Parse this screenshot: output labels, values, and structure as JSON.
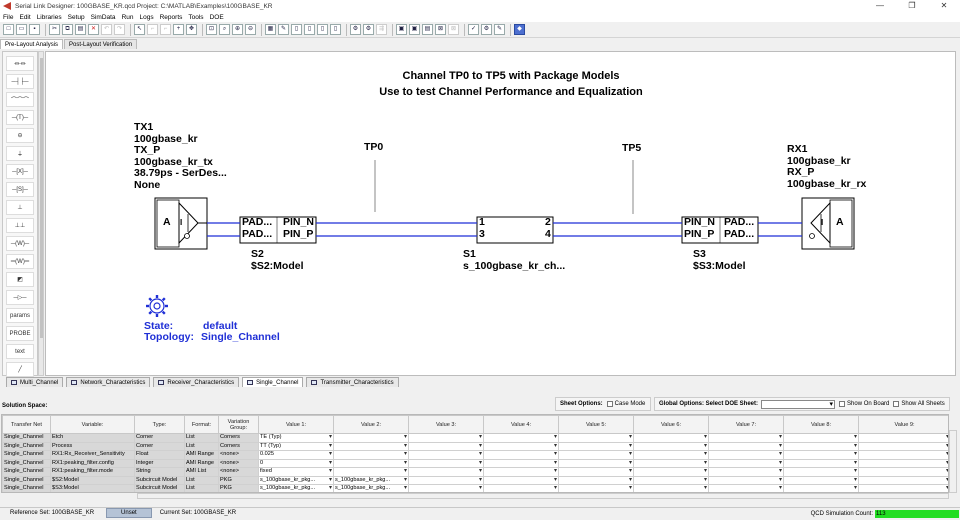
{
  "window": {
    "title": "Serial Link Designer: 100GBASE_KR.qcd Project: C:\\MATLAB\\Examples\\100GBASE_KR",
    "minimize": "—",
    "maximize": "❐",
    "close": "✕"
  },
  "menu": [
    "File",
    "Edit",
    "Libraries",
    "Setup",
    "SimData",
    "Run",
    "Logs",
    "Reports",
    "Tools",
    "DOE"
  ],
  "view_tabs": [
    "Pre-Layout Analysis",
    "Post-Layout Verification"
  ],
  "palette": {
    "params": "params",
    "text": "text",
    "probe": "PROBE"
  },
  "schematic": {
    "title1": "Channel TP0 to TP5 with Package Models",
    "title2": "Use to test Channel Performance and Equalization",
    "tx": {
      "l1": "TX1",
      "l2": "100gbase_kr",
      "l3": "TX_P",
      "l4": "100gbase_kr_tx",
      "l5": "38.79ps - SerDes...",
      "l6": "None"
    },
    "rx": {
      "l1": "RX1",
      "l2": "100gbase_kr",
      "l3": "RX_P",
      "l4": "100gbase_kr_rx"
    },
    "tp0": "TP0",
    "tp5": "TP5",
    "s2": {
      "name": "S2",
      "model": "$S2:Model",
      "p1": "PAD...",
      "p2": "PAD...",
      "n1": "PIN_N",
      "n2": "PIN_P"
    },
    "s1": {
      "name": "S1",
      "model": "s_100gbase_kr_ch...",
      "a": "1",
      "b": "2",
      "c": "3",
      "d": "4"
    },
    "s3": {
      "name": "S3",
      "model": "$S3:Model",
      "n1": "PIN_N",
      "n2": "PIN_P",
      "p1": "PAD...",
      "p2": "PAD..."
    },
    "txbox": {
      "a": "A",
      "i": "I"
    },
    "rxbox": {
      "a": "A",
      "i": "I"
    },
    "state_label": "State:",
    "state_value": "default",
    "topology_label": "Topology:",
    "topology_value": "Single_Channel",
    "wire_color": "#1f2fd6"
  },
  "sheet_tabs": [
    "Multi_Channel",
    "Network_Characteristics",
    "Receiver_Characteristics",
    "Single_Channel",
    "Transmitter_Characteristics"
  ],
  "active_sheet": "Single_Channel",
  "solution_space": {
    "label": "Solution Space:",
    "sheet_options": "Sheet Options:",
    "case_mode": "Case Mode",
    "global_options": "Global Options: Select DOE Sheet:",
    "show_on_board": "Show On Board",
    "show_all_sheets": "Show All Sheets",
    "columns": [
      "Transfer Net",
      "Variable:",
      "Type:",
      "Format:",
      "Variation Group:",
      "Value 1:",
      "Value 2:",
      "Value 3:",
      "Value 4:",
      "Value 5:",
      "Value 6:",
      "Value 7:",
      "Value 8:",
      "Value 9:"
    ],
    "rows": [
      [
        "Single_Channel",
        "Etch",
        "Corner",
        "List",
        "Corners",
        "TE (Typ)",
        "",
        "",
        "",
        "",
        "",
        "",
        "",
        ""
      ],
      [
        "Single_Channel",
        "Process",
        "Corner",
        "List",
        "Corners",
        "TT (Typ)",
        "",
        "",
        "",
        "",
        "",
        "",
        "",
        ""
      ],
      [
        "Single_Channel",
        "RX1:Rx_Receiver_Sensitivity",
        "Float",
        "AMI Range",
        "<none>",
        "0.025",
        "",
        "",
        "",
        "",
        "",
        "",
        "",
        ""
      ],
      [
        "Single_Channel",
        "RX1:peaking_filter.config",
        "Integer",
        "AMI Range",
        "<none>",
        "0",
        "",
        "",
        "",
        "",
        "",
        "",
        "",
        ""
      ],
      [
        "Single_Channel",
        "RX1:peaking_filter.mode",
        "String",
        "AMI List",
        "<none>",
        "fixed",
        "",
        "",
        "",
        "",
        "",
        "",
        "",
        ""
      ],
      [
        "Single_Channel",
        "$S2:Model",
        "Subcircuit Model",
        "List",
        "PKG",
        "s_100gbase_kr_pkg...",
        "s_100gbase_kr_pkg...",
        "",
        "",
        "",
        "",
        "",
        "",
        ""
      ],
      [
        "Single_Channel",
        "$S3:Model",
        "Subcircuit Model",
        "List",
        "PKG",
        "s_100gbase_kr_pkg...",
        "s_100gbase_kr_pkg...",
        "",
        "",
        "",
        "",
        "",
        "",
        ""
      ]
    ]
  },
  "status": {
    "reference_set": "Reference Set: 100GBASE_KR",
    "unset": "Unset",
    "current_set": "Current Set: 100GBASE_KR",
    "qcd_label": "QCD Simulation Count:",
    "qcd_count": "113"
  }
}
